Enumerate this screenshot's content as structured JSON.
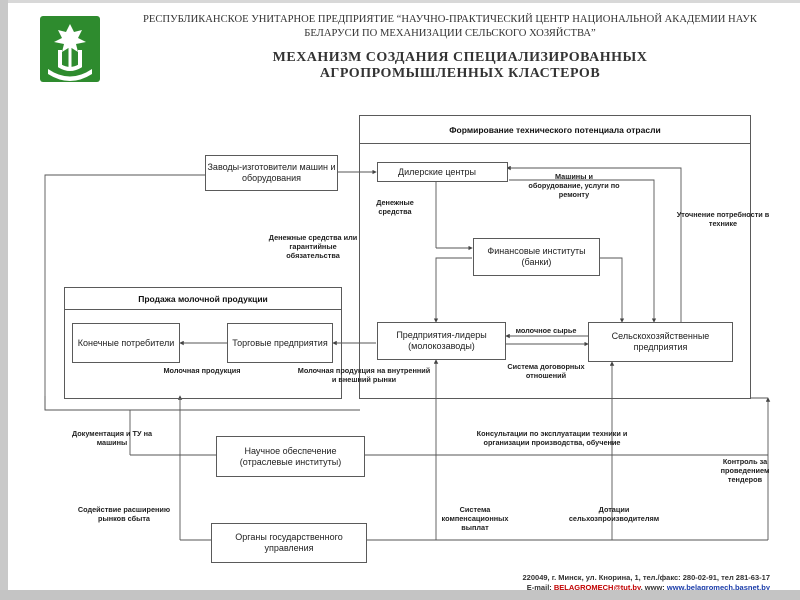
{
  "header": {
    "org_line1": "РЕСПУБЛИКАНСКОЕ УНИТАРНОЕ ПРЕДПРИЯТИЕ “НАУЧНО-ПРАКТИЧЕСКИЙ ЦЕНТР НАЦИОНАЛЬНОЙ АКАДЕМИИ НАУК",
    "org_line2": "БЕЛАРУСИ ПО МЕХАНИЗАЦИИ СЕЛЬСКОГО ХОЗЯЙСТВА”",
    "title_line1": "МЕХАНИЗМ СОЗДАНИЯ СПЕЦИАЛИЗИРОВАННЫХ",
    "title_line2": "АГРОПРОМЫШЛЕННЫХ КЛАСТЕРОВ"
  },
  "colors": {
    "logo_green": "#2e8b2e",
    "link_blue": "#1a3ca8",
    "email_red": "#c00000",
    "line": "#555555"
  },
  "icons": {
    "logo": "tree-leaf-emblem-icon"
  },
  "frames": {
    "tech_potential": "Формирование технического потенциала отрасли",
    "milk_sales": "Продажа молочной продукции"
  },
  "boxes": {
    "manufacturers": "Заводы-изготовители машин и оборудования",
    "dealers": "Дилерские центры",
    "financial": "Финансовые институты (банки)",
    "leaders": "Предприятия-лидеры (молокозаводы)",
    "agri": "Сельскохозяйственные предприятия",
    "consumers": "Конечные потребители",
    "trade": "Торговые предприятия",
    "science": "Научное обеспечение (отраслевые институты)",
    "government": "Органы государственного управления"
  },
  "labels": {
    "machines_services": "Машины и оборудование, услуги по ремонту",
    "money": "Денежные средства",
    "money_guarantees": "Денежные средства или гарантийные обязательства",
    "needs_spec": "Уточнение потребности в технике",
    "raw_milk": "молочное сырье",
    "contract_system": "Система договорных отношений",
    "dairy_products": "Молочная продукция",
    "dairy_markets": "Молочная продукция на внутренний и внешний рынки",
    "docs_tu": "Документация и ТУ на машины",
    "consulting": "Консультации по эксплуатации техники и организации производства, обучение",
    "tender_control": "Контроль за проведением тендеров",
    "market_expansion": "Содействие расширению рынков сбыта",
    "compensation": "Система компенсационных выплат",
    "subsidies": "Дотации сельхозпроизводителям"
  },
  "footer": {
    "address": "220049, г. Минск, ул. Кнорина, 1, тел./факс: 280-02-91, тел 281-63-17",
    "email_label": "E-mail:",
    "email": "BELAGROMECH@tut.by",
    "www_label": ", www:",
    "www": "www.belagromech.basnet.by"
  }
}
